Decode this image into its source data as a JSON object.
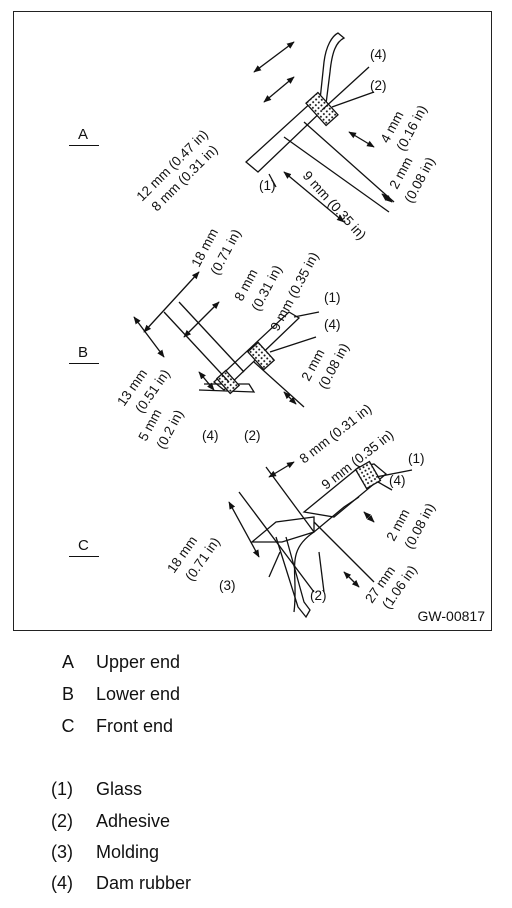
{
  "figure": {
    "code": "GW-00817",
    "sections": [
      {
        "key": "A",
        "callouts": [
          "(4)",
          "(2)",
          "(1)"
        ],
        "dims": [
          "12 mm (0.47 in)",
          "8 mm (0.31 in)",
          "4 mm",
          "(0.16 in)",
          "2 mm",
          "(0.08 in)",
          "9 mm (0.35 in)"
        ]
      },
      {
        "key": "B",
        "callouts": [
          "(1)",
          "(4)",
          "(4)",
          "(2)"
        ],
        "dims": [
          "18 mm",
          "(0.71 in)",
          "8 mm",
          "(0.31 in)",
          "9 mm (0.35 in)",
          "2 mm",
          "(0.08 in)",
          "13 mm",
          "(0.51 in)",
          "5 mm",
          "(0.2 in)"
        ]
      },
      {
        "key": "C",
        "callouts": [
          "(1)",
          "(4)",
          "(3)",
          "(2)"
        ],
        "dims": [
          "8 mm (0.31 in)",
          "9 mm (0.35 in)",
          "2 mm",
          "(0.08 in)",
          "18 mm",
          "(0.71 in)",
          "27 mm",
          "(1.06 in)"
        ]
      }
    ]
  },
  "legend": {
    "sections": [
      {
        "key": "A",
        "label": "Upper end"
      },
      {
        "key": "B",
        "label": "Lower end"
      },
      {
        "key": "C",
        "label": "Front end"
      }
    ],
    "parts": [
      {
        "key": "(1)",
        "label": "Glass"
      },
      {
        "key": "(2)",
        "label": "Adhesive"
      },
      {
        "key": "(3)",
        "label": "Molding"
      },
      {
        "key": "(4)",
        "label": "Dam rubber"
      }
    ]
  }
}
